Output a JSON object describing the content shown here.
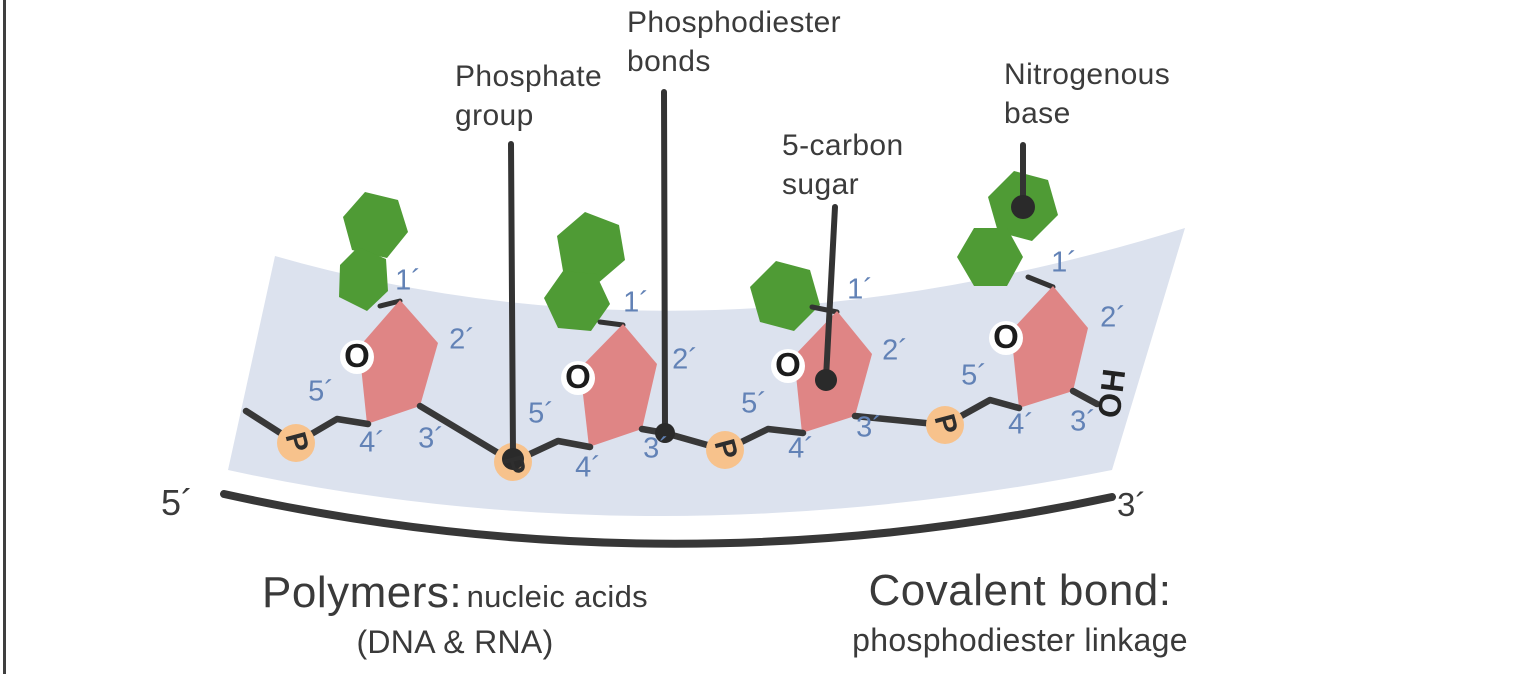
{
  "figure": {
    "annotations": {
      "phosphate_group": {
        "line1": "Phosphate",
        "line2": "group"
      },
      "phosphodiester_bonds": {
        "line1": "Phosphodiester",
        "line2": "bonds"
      },
      "five_carbon_sugar": {
        "line1": "5-carbon",
        "line2": "sugar"
      },
      "nitrogenous_base": {
        "line1": "Nitrogenous",
        "line2": "base"
      }
    },
    "strand_ends": {
      "five_prime": "5´",
      "three_prime": "3´"
    },
    "atom_labels": {
      "oxygen": "O",
      "phosphorus": "P",
      "hydroxyl": "OH"
    },
    "carbon_positions": {
      "c1": "1´",
      "c2": "2´",
      "c3": "3´",
      "c4": "4´",
      "c5": "5´"
    },
    "captions": {
      "polymers_title": "Polymers:",
      "polymers_subtitle": "nucleic acids",
      "polymers_detail": "(DNA & RNA)",
      "covalent_title": "Covalent bond:",
      "covalent_subtitle": "phosphodiester linkage"
    },
    "colors": {
      "ribbon": "#dce2ee",
      "sugar": "#df8585",
      "base": "#4f9b35",
      "phosphate": "#f7c28c",
      "line": "#383838",
      "carbon_label": "#6282b6"
    }
  }
}
